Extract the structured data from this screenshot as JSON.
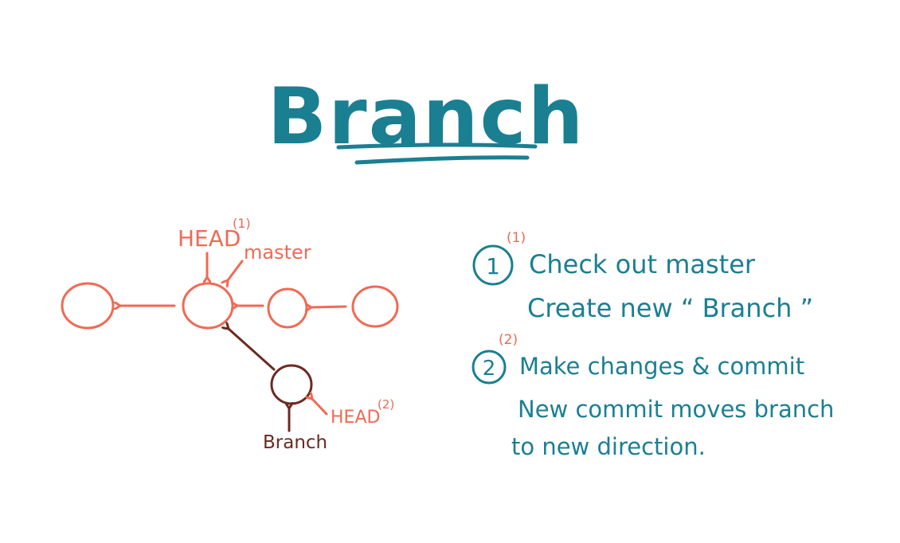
{
  "title": "Branch",
  "colors": {
    "teal": "#1b7f92",
    "coral": "#ef6a55",
    "brown": "#6b2a22",
    "background": "#ffffff"
  },
  "diagram": {
    "head_1": "HEAD",
    "head_1_sup": "(1)",
    "master": "master",
    "head_2": "HEAD",
    "head_2_sup": "(2)",
    "branch": "Branch"
  },
  "notes": {
    "step1": {
      "number": "1",
      "sup": "(1)",
      "line1": "Check out master",
      "line2": "Create new “ Branch ”"
    },
    "step2": {
      "number": "2",
      "sup": "(2)",
      "line1": "Make changes & commit",
      "line2": "New commit moves branch",
      "line3": "to new direction."
    }
  }
}
